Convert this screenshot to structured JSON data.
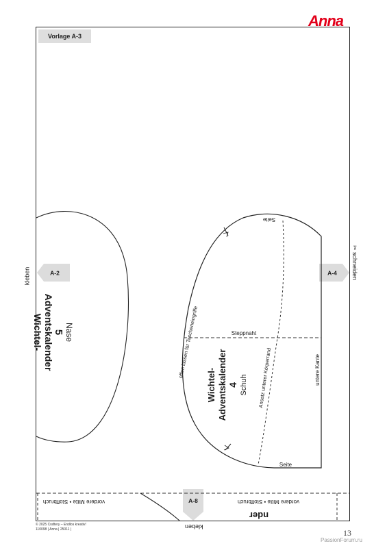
{
  "brand": "Anna",
  "template_label": "Vorlage A-3",
  "side_labels": {
    "left": "kleben",
    "right": "schneiden",
    "bottom": "kleben"
  },
  "connectors": {
    "left": "A-2",
    "right": "A-4",
    "bottom": "A-8"
  },
  "piece_nose": {
    "title_top": "Wichtel-",
    "title_bottom": "Adventskalender",
    "number": "5",
    "name": "Nase"
  },
  "piece_shoe": {
    "title_top": "Wichtel-",
    "title_bottom": "Adventskalender",
    "number": "4",
    "name": "Schuh",
    "label_top_side": "Seite",
    "label_bottom_side": "Seite",
    "label_seam": "Steppnaht",
    "label_opening": "offen lassen für Tascheneingriffe",
    "label_body_edge": "Ansatz unterer Körperrand",
    "label_lower_edge": "untere Kante"
  },
  "bottom_strip": {
    "fold_left": "vordere Mitte • Stoffbruch",
    "fold_right": "vordere Mitte • Stoffbruch",
    "partial_word": "nder"
  },
  "footer": {
    "line1": "© 2025 Craftery – Endlos kreativ!",
    "line2": "110098 | Anna | 25011 |"
  },
  "page_number": "13",
  "watermark": "PassionForum.ru"
}
